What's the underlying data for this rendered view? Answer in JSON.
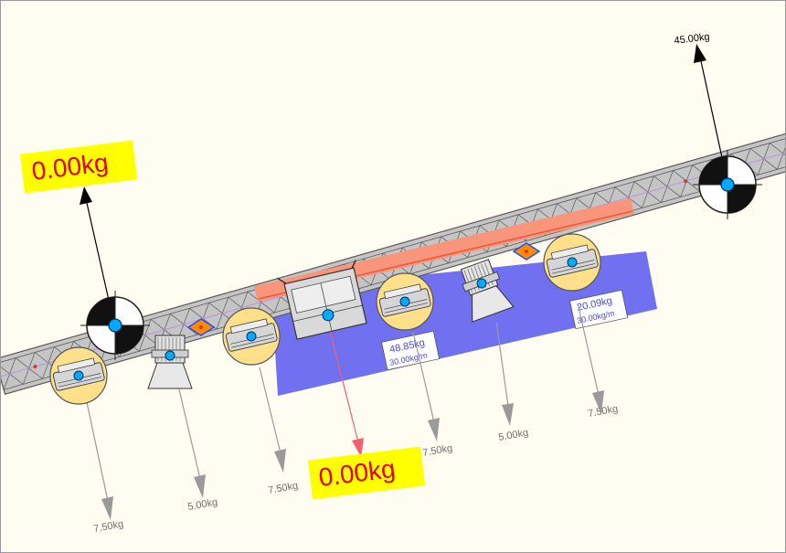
{
  "colors": {
    "background": "#fffdf1",
    "frame": "#999999",
    "truss_fill": "#c5c5c5",
    "truss_line": "#5a5a5a",
    "truss_center": "#c090e0",
    "load_zone": "#7070f0",
    "load_zone_label": "#4a4ae6",
    "hot_band": "#f8957a",
    "hot_band_line": "#e85a3a",
    "reaction_label_bg": "#ffff00",
    "reaction_label_text": "#e60000",
    "load_arrow": "#9a9a9a",
    "load_text": "#707070",
    "highlight_arrow": "#f06070",
    "dot": "#00aaff"
  },
  "supports": [
    {
      "id": "left",
      "icon": "support-disc-icon",
      "reaction": "0.00kg",
      "reaction_style": "highlight"
    },
    {
      "id": "right",
      "icon": "support-disc-icon",
      "reaction": "45.00kg",
      "reaction_style": "plain"
    }
  ],
  "distributed_loads": [
    {
      "id": "dl1",
      "total": "48.85kg",
      "rate": "30.00kg/m"
    },
    {
      "id": "dl2",
      "total": "20.09kg",
      "rate": "30.00kg/m"
    }
  ],
  "point_loads": [
    {
      "id": "p1",
      "fixture": "par-can-icon",
      "value": "7.50kg"
    },
    {
      "id": "p2",
      "fixture": "spotlight-icon",
      "value": "5.00kg"
    },
    {
      "id": "p3",
      "fixture": "par-can-icon",
      "value": "7.50kg"
    },
    {
      "id": "p4",
      "fixture": "hoist-icon",
      "value": "0.00kg"
    },
    {
      "id": "p5",
      "fixture": "par-can-icon",
      "value": "7.50kg"
    },
    {
      "id": "p6",
      "fixture": "spotlight-icon",
      "value": "5.00kg"
    },
    {
      "id": "p7",
      "fixture": "par-can-icon",
      "value": "7.50kg"
    }
  ]
}
